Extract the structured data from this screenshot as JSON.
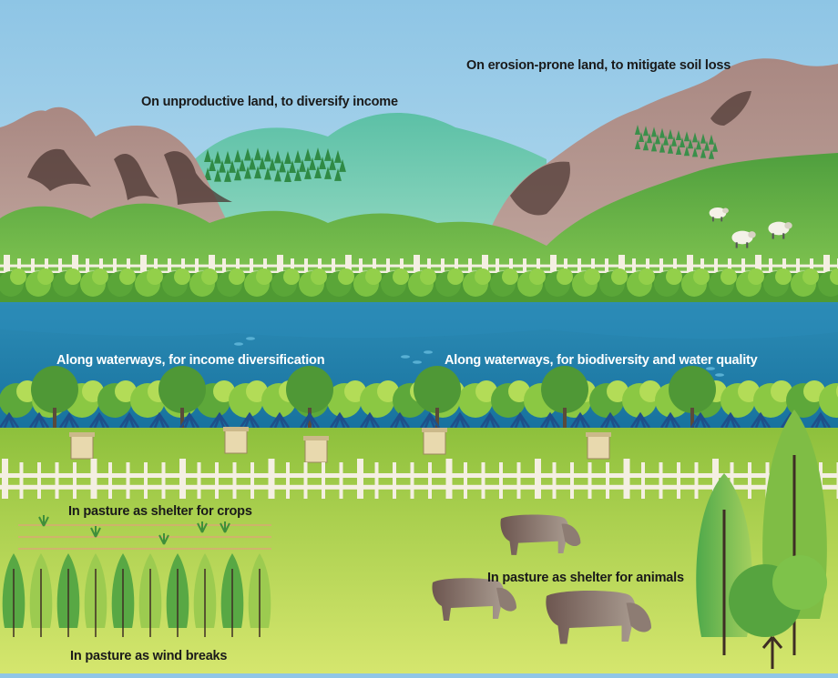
{
  "labels": {
    "unproductive": "On unproductive land, to diversify income",
    "erosion": "On erosion-prone land, to mitigate soil loss",
    "waterways_income": "Along waterways, for income diversification",
    "waterways_biodiversity": "Along waterways, for biodiversity and water quality",
    "shelter_crops": "In pasture as shelter for crops",
    "shelter_animals": "In pasture as shelter for animals",
    "wind_breaks": "In pasture as wind breaks"
  },
  "colors": {
    "sky": "#8fc6e6",
    "distant_hill": "#72c9b1",
    "mountain": "#a98c86",
    "hill_green": "#5fae4a",
    "hedge": "#6fb63e",
    "river": "#1f83ad",
    "pasture": "#a9cf4e",
    "fence": "#f4efe2",
    "cow": "#7e6a63",
    "conifer": "#2f8a45"
  }
}
